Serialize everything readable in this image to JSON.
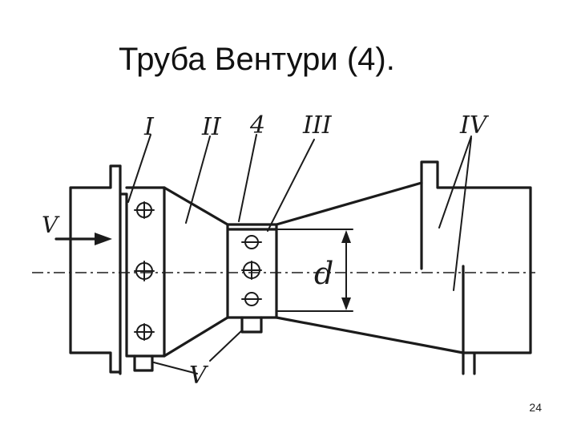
{
  "title": "Труба Вентури (4).",
  "page_number": "24",
  "diagram": {
    "section_labels": [
      "I",
      "II",
      "4",
      "III",
      "IV",
      "V"
    ],
    "flow_label": "V",
    "dimension_label": "d"
  }
}
